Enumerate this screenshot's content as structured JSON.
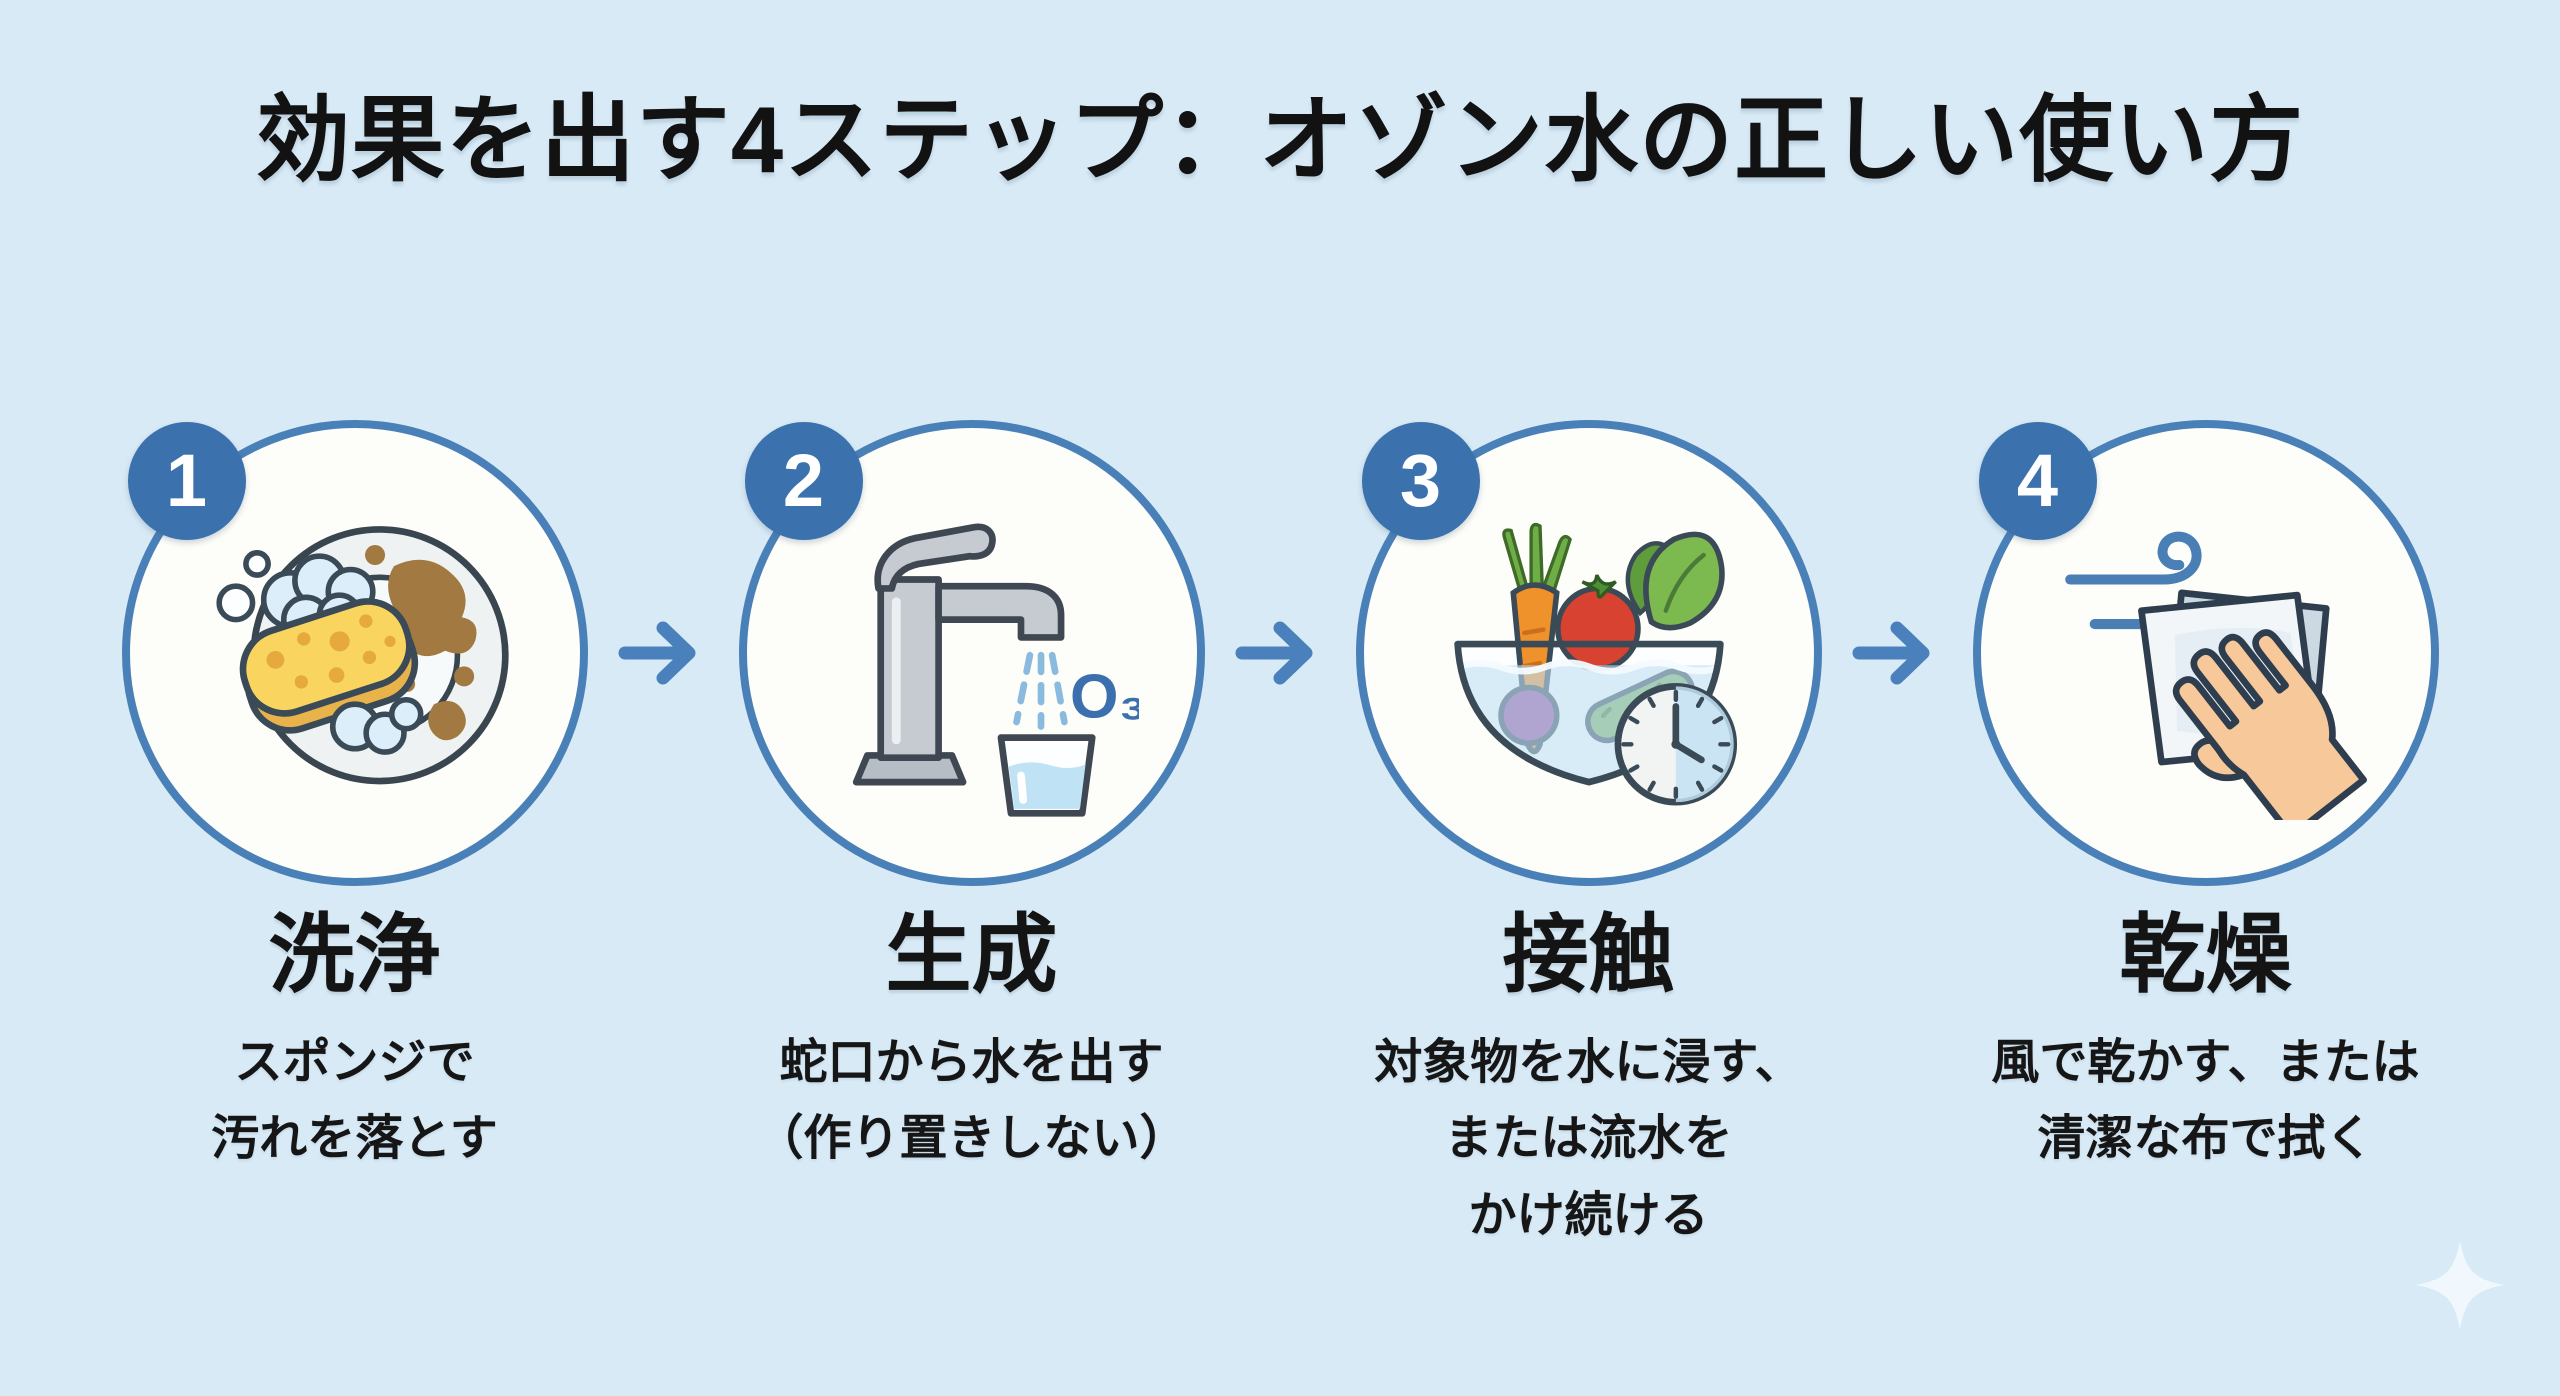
{
  "title": "効果を出す4ステップ：オゾン水の正しい使い方",
  "colors": {
    "background": "#d8eaf6",
    "circle_fill": "#fdfdf9",
    "circle_border": "#4a80b8",
    "badge_fill": "#3b72ad",
    "badge_text": "#ffffff",
    "arrow": "#4a81bc",
    "text": "#141414",
    "o3_blue": "#3b6fae"
  },
  "steps": [
    {
      "number": "1",
      "title": "洗浄",
      "description": "スポンジで\n汚れを落とす",
      "icon": "sponge-plate-icon"
    },
    {
      "number": "2",
      "title": "生成",
      "description": "蛇口から水を出す\n（作り置きしない）",
      "icon": "faucet-ozone-water-icon",
      "o3_label": "O₃"
    },
    {
      "number": "3",
      "title": "接触",
      "description": "対象物を水に浸す、\nまたは流水を\nかけ続ける",
      "icon": "vegetable-bowl-clock-icon"
    },
    {
      "number": "4",
      "title": "乾燥",
      "description": "風で乾かす、または\n清潔な布で拭く",
      "icon": "wind-cloth-hand-icon"
    }
  ]
}
